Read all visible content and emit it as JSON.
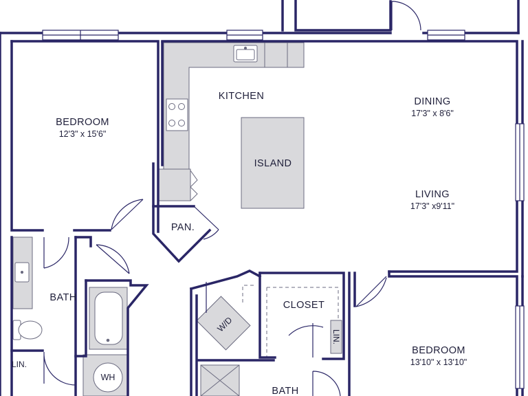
{
  "colors": {
    "wall": "#2a2666",
    "fixture": "#d9d9dc",
    "fixture_stroke": "#6b6b80",
    "text": "#1f1f3a",
    "window": "#2a2666"
  },
  "rooms": {
    "bedroom_left": {
      "name": "BEDROOM",
      "dims": "12'3\" x 15'6\""
    },
    "kitchen": {
      "name": "KITCHEN"
    },
    "island": {
      "name": "ISLAND"
    },
    "dining": {
      "name": "DINING",
      "dims": "17'3\" x 8'6\""
    },
    "living": {
      "name": "LIVING",
      "dims": "17'3\" x9'11\""
    },
    "pantry": {
      "name": "PAN."
    },
    "bath_left": {
      "name": "BATH"
    },
    "linen_left": {
      "name": "LIN."
    },
    "water_heater": {
      "name": "WH"
    },
    "washer_dryer": {
      "name": "W/D"
    },
    "closet": {
      "name": "CLOSET"
    },
    "linen_right": {
      "name": "LIN."
    },
    "bath_bottom": {
      "name": "BATH"
    },
    "bedroom_right": {
      "name": "BEDROOM",
      "dims": "13'10\" x 13'10\""
    }
  }
}
